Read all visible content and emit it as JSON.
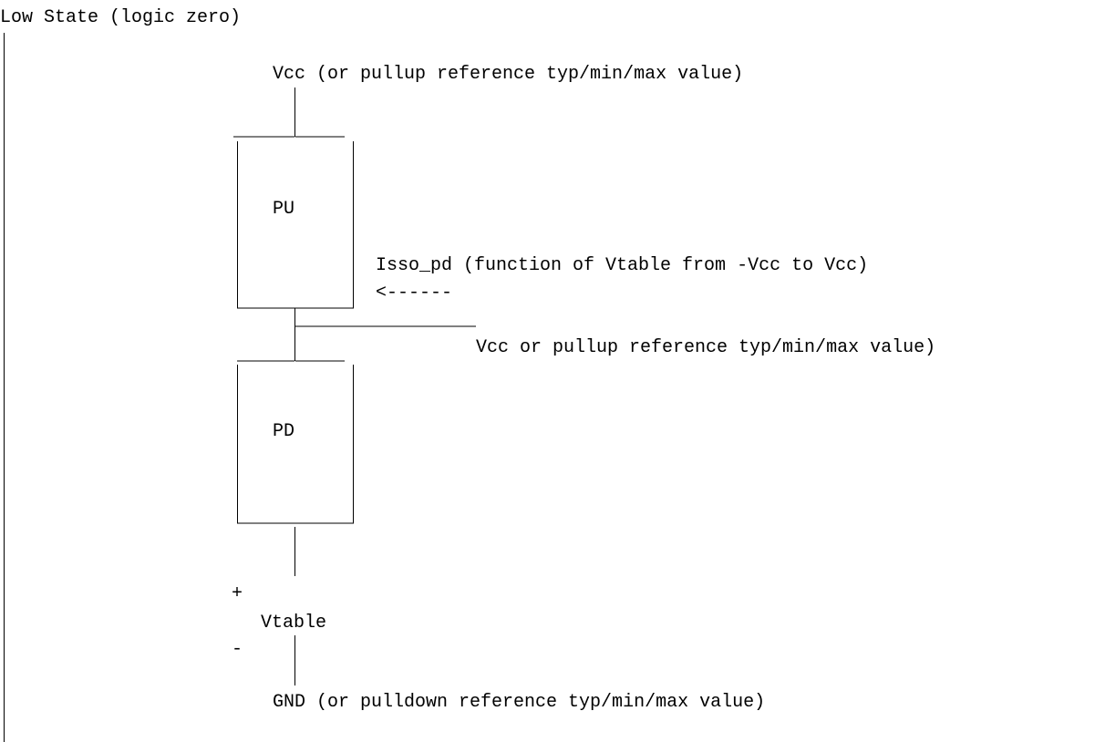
{
  "diagram": {
    "title": "Low State (logic zero)",
    "vcc_top_label": "Vcc (or pullup reference typ/min/max value)",
    "pu_label": "PU",
    "current_label": "Isso_pd (function of Vtable from -Vcc to Vcc)",
    "current_arrow": "<------",
    "vcc_right_label": "Vcc or pullup reference typ/min/max value)",
    "pd_label": "PD",
    "plus_sign": "+",
    "vtable_label": "Vtable",
    "minus_sign": "-",
    "gnd_label": "GND (or pulldown reference typ/min/max value)"
  }
}
